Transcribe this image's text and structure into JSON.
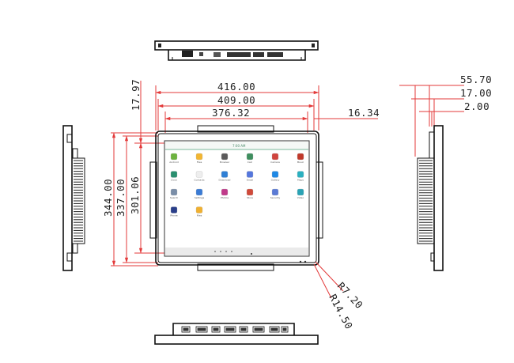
{
  "front_dimensions": {
    "overall_width": "416.00",
    "bezel_width": "409.00",
    "screen_width": "376.32",
    "bezel_offset": "16.34",
    "top_offset": "17.97",
    "overall_height": "344.00",
    "bezel_height": "337.00",
    "screen_height": "301.06"
  },
  "corner_radii": {
    "inner": "R7.20",
    "outer": "R14.50"
  },
  "side_dimensions": {
    "total_depth": "55.70",
    "frame_depth": "17.00",
    "bezel_thickness": "2.00"
  },
  "screen": {
    "status_bar_text": "7:00 AM",
    "apps": [
      {
        "icon": "android-app-icon",
        "color": "#6db33f",
        "label": "Android"
      },
      {
        "icon": "file-manager-icon",
        "color": "#f2b632",
        "label": "Files"
      },
      {
        "icon": "browser-icon",
        "color": "#5a5a5a",
        "label": "Browser"
      },
      {
        "icon": "calculator-icon",
        "color": "#3f8f5f",
        "label": "Calc"
      },
      {
        "icon": "camera-icon",
        "color": "#d0443e",
        "label": "Camera"
      },
      {
        "icon": "music-icon",
        "color": "#c0392b",
        "label": "Music"
      },
      {
        "icon": "clock-icon",
        "color": "#2a8f6f",
        "label": "Clock"
      },
      {
        "icon": "contacts-icon",
        "color": "#eeeeee",
        "label": "Contacts"
      },
      {
        "icon": "downloads-icon",
        "color": "#2f7fd5",
        "label": "Download"
      },
      {
        "icon": "email-icon",
        "color": "#5577dd",
        "label": "Email"
      },
      {
        "icon": "gallery-icon",
        "color": "#1e88e5",
        "label": "Gallery"
      },
      {
        "icon": "maps-icon",
        "color": "#2bb0c0",
        "label": "Maps"
      },
      {
        "icon": "search-icon",
        "color": "#7a8ea8",
        "label": "Search"
      },
      {
        "icon": "settings-icon",
        "color": "#3a7bd5",
        "label": "Settings"
      },
      {
        "icon": "gallery-photos-icon",
        "color": "#c03a8a",
        "label": "Photos"
      },
      {
        "icon": "store-icon",
        "color": "#d04a3a",
        "label": "Store"
      },
      {
        "icon": "security-icon",
        "color": "#5a7ad5",
        "label": "Security"
      },
      {
        "icon": "video-icon",
        "color": "#2aa3b5",
        "label": "Video"
      },
      {
        "icon": "phone-icon",
        "color": "#2a3f8a",
        "label": "Phone"
      },
      {
        "icon": "folder-icon",
        "color": "#f0b030",
        "label": "Files"
      }
    ]
  }
}
